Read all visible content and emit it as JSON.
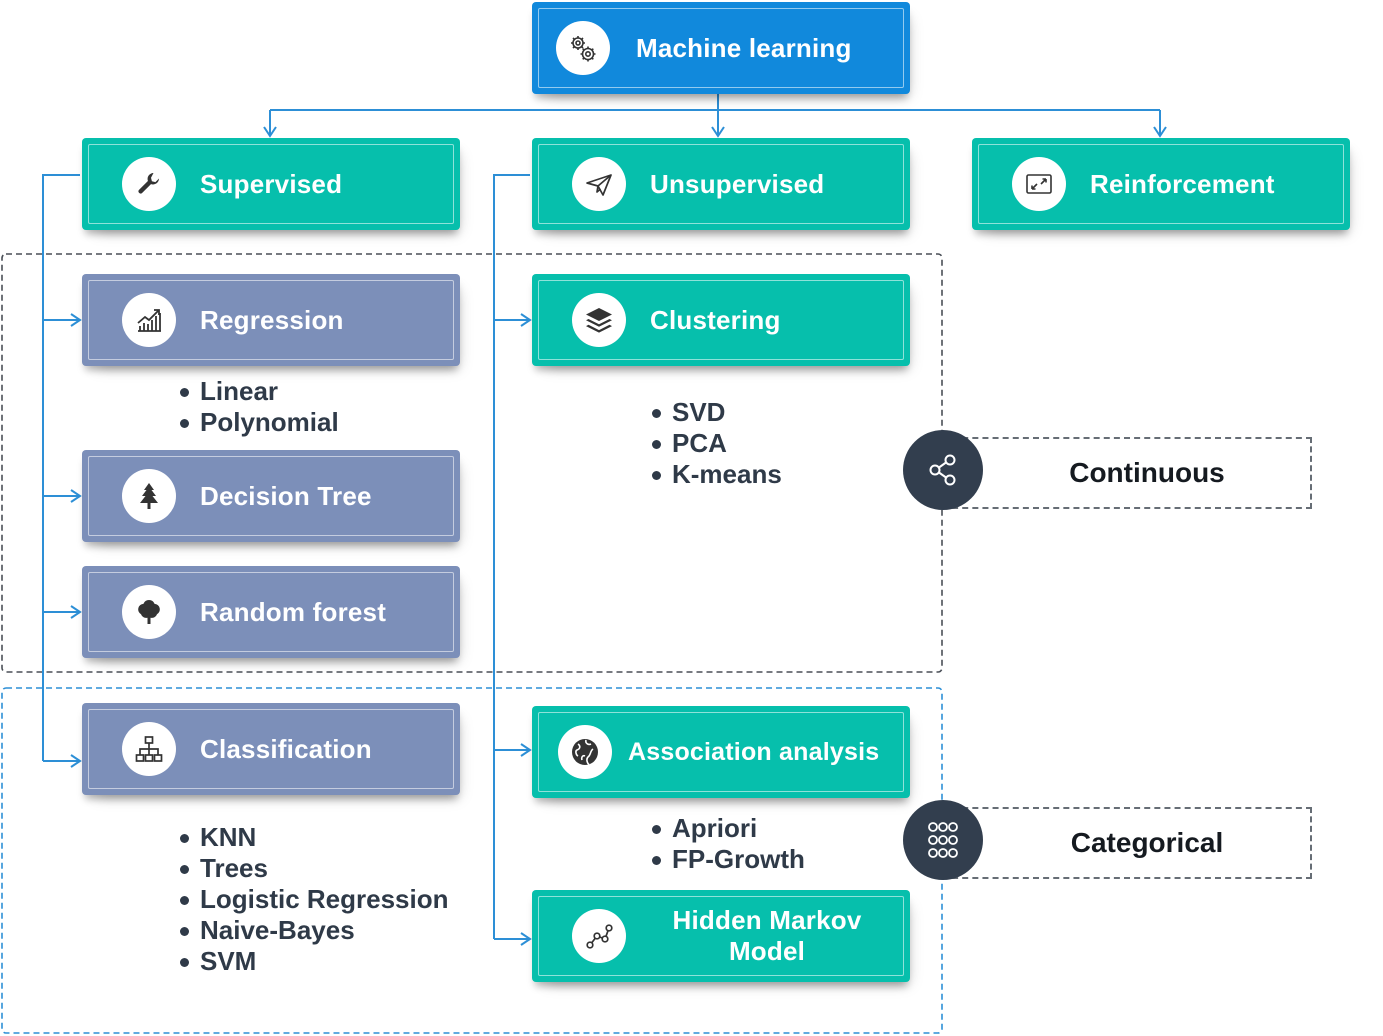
{
  "root": {
    "label": "Machine learning",
    "icon": "gears-icon"
  },
  "categories": [
    {
      "label": "Supervised",
      "icon": "wrench-icon"
    },
    {
      "label": "Unsupervised",
      "icon": "paper-plane-icon"
    },
    {
      "label": "Reinforcement",
      "icon": "screen-arrows-icon"
    }
  ],
  "supervised": {
    "regression": {
      "label": "Regression",
      "icon": "growth-chart-icon",
      "items": [
        "Linear",
        "Polynomial"
      ]
    },
    "decision_tree": {
      "label": "Decision Tree",
      "icon": "pine-tree-icon"
    },
    "random_forest": {
      "label": "Random forest",
      "icon": "round-tree-icon"
    },
    "classification": {
      "label": "Classification",
      "icon": "hierarchy-icon",
      "items": [
        "KNN",
        "Trees",
        "Logistic Regression",
        "Naive-Bayes",
        "SVM"
      ]
    }
  },
  "unsupervised": {
    "clustering": {
      "label": "Clustering",
      "icon": "layers-icon",
      "items": [
        "SVD",
        "PCA",
        "K-means"
      ]
    },
    "association": {
      "label": "Association analysis",
      "icon": "globe-icon",
      "items": [
        "Apriori",
        "FP-Growth"
      ]
    },
    "hmm": {
      "label": "Hidden Markov Model",
      "icon": "path-nodes-icon"
    }
  },
  "legend": {
    "continuous": {
      "label": "Continuous",
      "icon": "share-nodes-icon"
    },
    "categorical": {
      "label": "Categorical",
      "icon": "node-grid-icon"
    }
  },
  "colors": {
    "root": "#1189dc",
    "teal": "#06bfac",
    "slate": "#7c8fb9",
    "connector": "#2d8fd6",
    "legend_circle": "#323e4e"
  }
}
